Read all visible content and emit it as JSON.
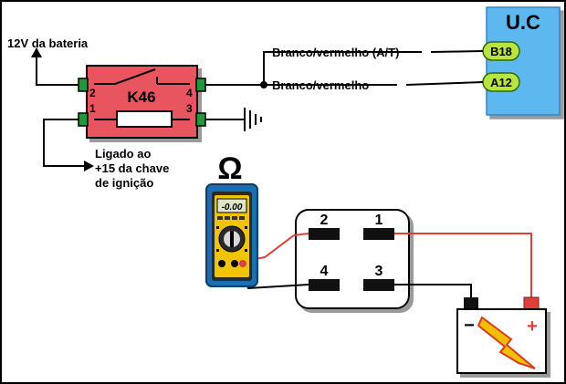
{
  "battery_label": "12V da bateria",
  "relay": {
    "name": "K46",
    "pin_1": "1",
    "pin_2": "2",
    "pin_3": "3",
    "pin_4": "4"
  },
  "ignition_label": {
    "line1": "Ligado ao",
    "line2": "+15 da chave",
    "line3": "de ignição"
  },
  "wires": {
    "wire_a": "Branco/vermelho (A/T)",
    "wire_b": "Branco/vermelho"
  },
  "ecu": {
    "title": "U.C",
    "pin_b18": "B18",
    "pin_a12": "A12"
  },
  "multimeter": {
    "reading": "-0.00",
    "symbol": "Ω"
  },
  "socket": {
    "pin_1": "1",
    "pin_2": "2",
    "pin_3": "3",
    "pin_4": "4"
  },
  "battery": {
    "minus": "−",
    "plus": "+"
  },
  "colors": {
    "relay_body": "#e8555f",
    "relay_border": "#000000",
    "ecu_box": "#5cb8ee",
    "ecu_pin": "#b9e43c",
    "terminal_green": "#1f9a3a",
    "lead_red": "#e0403a",
    "multimeter_body": "#1a6fb0",
    "multimeter_face": "#f2c400",
    "lightning": "#f2c000"
  }
}
